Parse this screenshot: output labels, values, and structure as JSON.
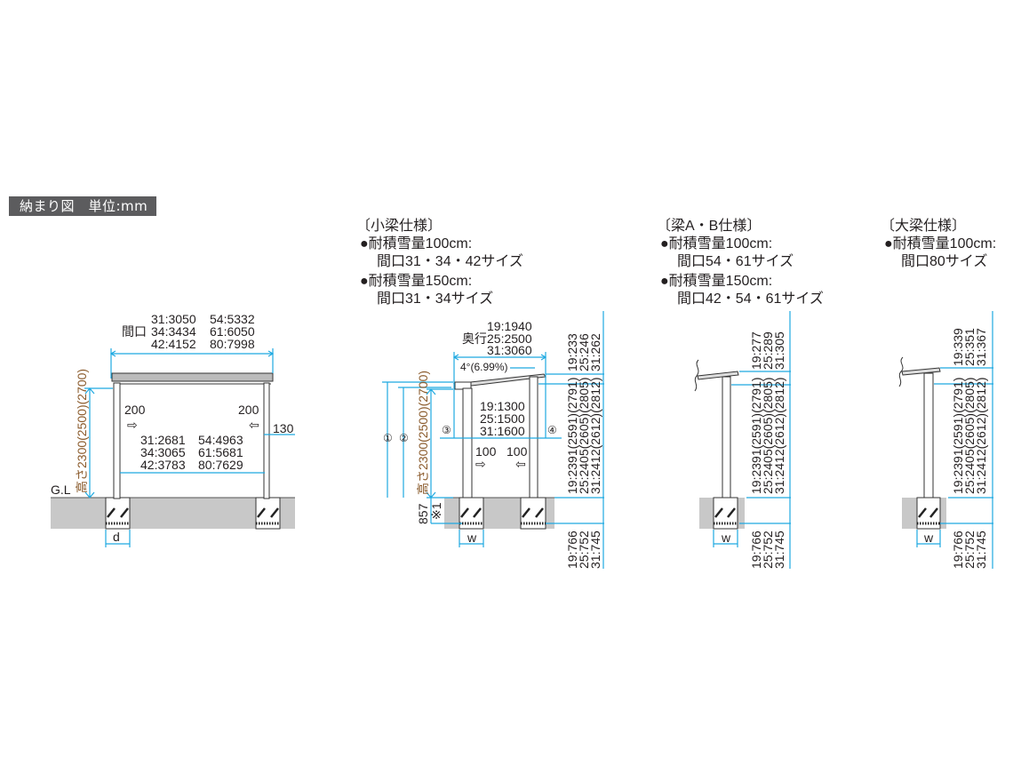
{
  "header": {
    "title": "納まり図　単位:mm"
  },
  "specs": {
    "kobari": {
      "title": "〔小梁仕様〕",
      "lines": [
        "●耐積雪量100cm:",
        "間口31・34・42サイズ",
        "●耐積雪量150cm:",
        "間口31・34サイズ"
      ]
    },
    "hari_ab": {
      "title": "〔梁A・B仕様〕",
      "lines": [
        "●耐積雪量100cm:",
        "間口54・61サイズ",
        "●耐積雪量150cm:",
        "間口42・54・61サイズ"
      ]
    },
    "oohari": {
      "title": "〔大梁仕様〕",
      "lines": [
        "●耐積雪量100cm:",
        "間口80サイズ"
      ]
    }
  },
  "front_view": {
    "width_label": "間口",
    "width_values": [
      "31:3050",
      "54:5332",
      "34:3434",
      "61:6050",
      "42:4152",
      "80:7998"
    ],
    "inner_values": [
      "31:2681",
      "54:4963",
      "34:3065",
      "61:5681",
      "42:3783",
      "80:7629"
    ],
    "height_label": "高さ2300(2500)(2700)",
    "offset_left": "200",
    "offset_right": "200",
    "post_depth": "130",
    "ground_label": "G.L",
    "footing_label": "d"
  },
  "side_view": {
    "depth_label": "奥行",
    "depth_values": [
      "19:1940",
      "25:2500",
      "31:3060"
    ],
    "slope": "4°(6.99%)",
    "inner_values": [
      "19:1300",
      "25:1500",
      "31:1600"
    ],
    "marker_1": "①",
    "marker_2": "②",
    "marker_3": "③",
    "marker_4": "④",
    "height_label": "高さ2300(2500)(2700)",
    "offset_left": "100",
    "offset_right": "100",
    "embed_label": "857",
    "embed_note": "※1",
    "footing_label": "w",
    "top_values": [
      "19:233",
      "25:246",
      "31:262"
    ],
    "mid_values": [
      "19:2391(2591)(2791)",
      "25:2405(2605)(2805)",
      "31:2412(2612)(2812)"
    ],
    "bottom_values": [
      "19:766",
      "25:752",
      "31:745"
    ]
  },
  "beam_ab_view": {
    "top_values": [
      "19:277",
      "25:289",
      "31:305"
    ],
    "mid_values": [
      "19:2391(2591)(2791)",
      "25:2405(2605)(2805)",
      "31:2412(2612)(2812)"
    ],
    "bottom_values": [
      "19:766",
      "25:752",
      "31:745"
    ],
    "footing_label": "w"
  },
  "large_beam_view": {
    "top_values": [
      "19:339",
      "25:351",
      "31:367"
    ],
    "mid_values": [
      "19:2391(2591)(2791)",
      "25:2405(2605)(2805)",
      "31:2412(2612)(2812)"
    ],
    "bottom_values": [
      "19:766",
      "25:752",
      "31:745"
    ],
    "footing_label": "w"
  }
}
